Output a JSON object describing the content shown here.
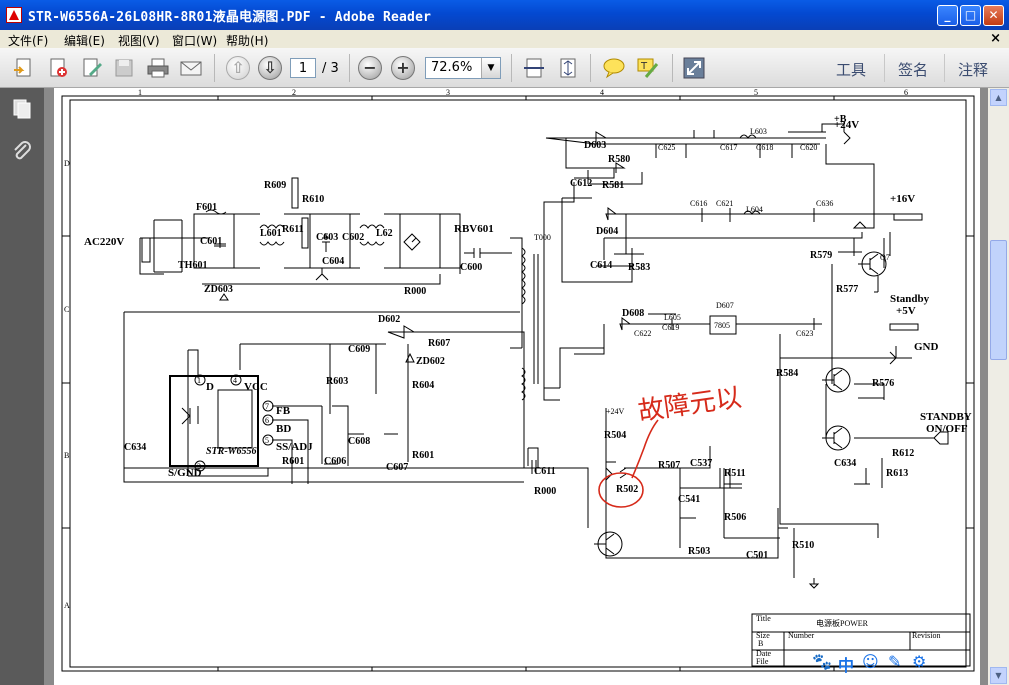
{
  "window": {
    "title": "STR-W6556A-26L08HR-8R01液晶电源图.PDF - Adobe Reader",
    "controls": {
      "minimize": "_",
      "maximize": "□",
      "close": "✕"
    }
  },
  "menu": {
    "items": [
      "文件(F)",
      "编辑(E)",
      "视图(V)",
      "窗口(W)",
      "帮助(H)"
    ],
    "doc_close": "×"
  },
  "toolbar": {
    "page_current": "1",
    "page_total": "/ 3",
    "zoom": "72.6%",
    "right_tabs": [
      "工具",
      "签名",
      "注释"
    ]
  },
  "annotation": {
    "handwritten": "故障元以",
    "color": "#d62a1a"
  },
  "schematic": {
    "labels": {
      "ac": "AC220V",
      "f601": "F601",
      "th601": "TH601",
      "c601": "C601",
      "l601": "L601",
      "r609": "R609",
      "r610": "R610",
      "r611": "R611",
      "c603": "C603",
      "c602": "C602",
      "c604": "C604",
      "l62": "L62",
      "rbv601": "RBV601",
      "c600": "C600",
      "r000a": "R000",
      "zd603": "ZD603",
      "d602": "D602",
      "r607": "R607",
      "c609": "C609",
      "zd602": "ZD602",
      "r603": "R603",
      "r604": "R604",
      "c608": "C608",
      "c606": "C606",
      "c607": "C607",
      "r601a": "R601",
      "r601b": "R601",
      "c634a": "C634",
      "ic_name": "STR-W6556",
      "pin_d": "D",
      "pin_vcc": "VCC",
      "pin_fb": "FB",
      "pin_bd": "BD",
      "pin_ss": "SS/ADJ",
      "pin_sgnd": "S/GND",
      "p1": "1",
      "p4": "4",
      "p7": "7",
      "p6": "6",
      "p5": "5",
      "p3": "3",
      "c611": "C611",
      "r000b": "R000",
      "t": "T000",
      "d603": "D603",
      "r580": "R580",
      "c612": "C612",
      "r581": "R581",
      "plus_b": "+B",
      "plus24": "+24V",
      "l603": "L603",
      "c625": "C625",
      "c617": "C617",
      "c618": "C618",
      "c620": "C620",
      "plus16": "+16V",
      "d604": "D604",
      "c614": "C614",
      "r583": "R583",
      "c616": "C616",
      "c621": "C621",
      "l604": "L604",
      "c636": "C636",
      "r579": "R579",
      "r577": "R577",
      "q": "Q7",
      "standby": "Standby",
      "plus5": "+5V",
      "d608": "D608",
      "l605": "L605",
      "c619": "C619",
      "c622": "C622",
      "d607": "D607",
      "u7805": "7805",
      "c623": "C623",
      "gnd": "GND",
      "r584": "R584",
      "r576": "R576",
      "stb": "STANDBY",
      "onoff": "ON/OFF",
      "r612": "R612",
      "r613": "R613",
      "c634b": "C634",
      "r504": "R504",
      "r507": "R507",
      "c537": "C537",
      "r511": "R511",
      "r502": "R502",
      "c541": "C541",
      "r506": "R506",
      "r503": "R503",
      "c501": "C501",
      "r510": "R510",
      "plus24s": "+24V",
      "title_k": "Title",
      "title_v": "电源板POWER",
      "size_k": "Size",
      "size_v": "B",
      "num_k": "Number",
      "rev_k": "Revision",
      "date_k": "Date",
      "file_k": "File"
    },
    "ruler_top": [
      "1",
      "2",
      "3",
      "4",
      "5",
      "6"
    ],
    "ruler_left": [
      "D",
      "C",
      "B",
      "A"
    ]
  },
  "ime": {
    "lang": "中"
  }
}
